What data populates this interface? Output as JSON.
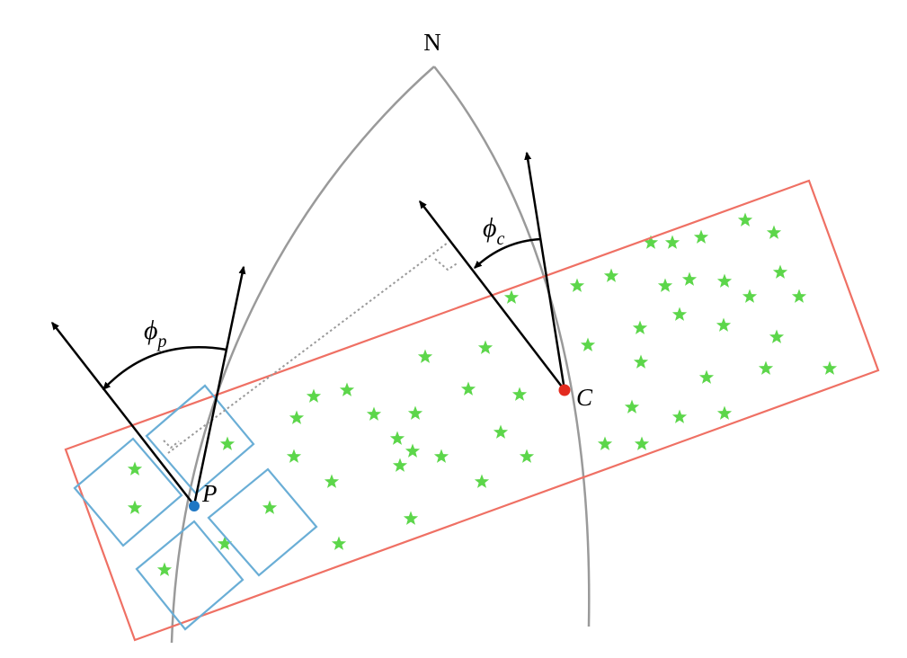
{
  "labels": {
    "north": "N",
    "point_p": "P",
    "point_c": "C",
    "phi_main": "ϕ",
    "phi_p_sub": "p",
    "phi_c_sub": "c"
  },
  "colors": {
    "meridian": "#9a9a9a",
    "footprint": "#ef7064",
    "detector": "#6aaed6",
    "star": "#5cd64a",
    "point_p": "#1f77c4",
    "point_c": "#e32b1f",
    "arrow": "#000000",
    "perpendicular": "#9a9a9a"
  },
  "icons": {
    "star": "star-icon",
    "arrowhead": "arrowhead-icon",
    "right_angle": "right-angle-marker"
  }
}
